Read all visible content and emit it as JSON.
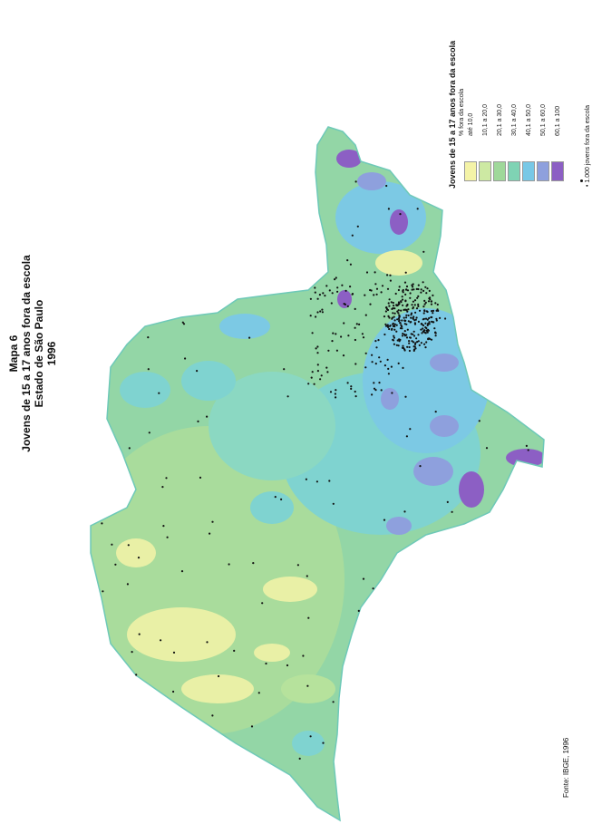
{
  "map": {
    "title_lines": [
      "Mapa 6",
      "Jovens de 15 a 17 anos fora da escola",
      "Estado de São Paulo",
      "1996"
    ],
    "legend": {
      "title": "Jovens de 15 a 17 anos fora da escola",
      "subtitle": "% fora da escola",
      "classes": [
        {
          "label": "até 10,0",
          "color": "#f4f3a7"
        },
        {
          "label": "10,1 a 20,0",
          "color": "#cde9a3"
        },
        {
          "label": "20,1 a 30,0",
          "color": "#9fd89a"
        },
        {
          "label": "30,1 a 40,0",
          "color": "#7fd3b4"
        },
        {
          "label": "40,1 a 50,0",
          "color": "#78c8e6"
        },
        {
          "label": "50,1 a 60,0",
          "color": "#8ea0dd"
        },
        {
          "label": "60,1 a 100",
          "color": "#8c5fc4"
        }
      ],
      "dot_legend": "• 1.000 jovens fora da escola"
    },
    "source": "Fonte: IBGE, 1996",
    "state_outline_color": "#6ec9b8"
  }
}
